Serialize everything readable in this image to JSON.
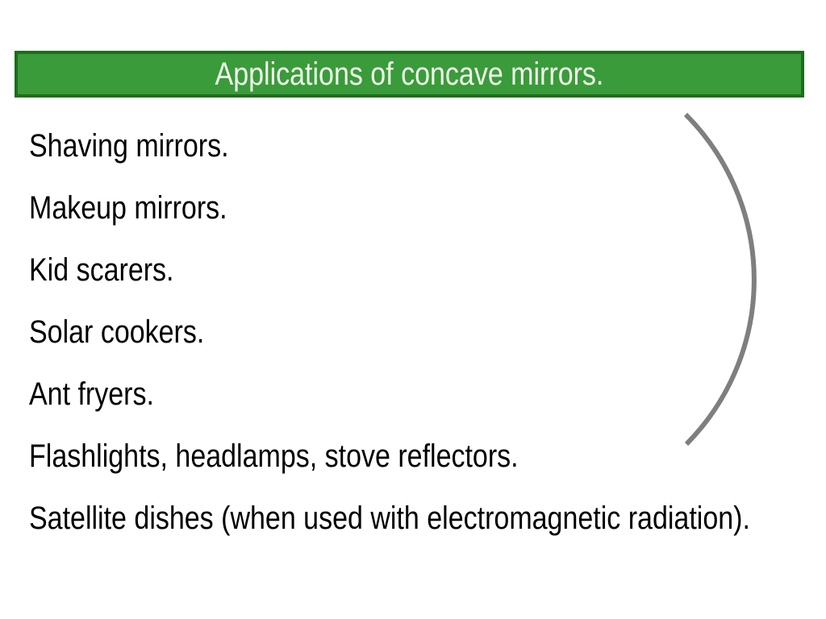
{
  "slide": {
    "title": "Applications of concave mirrors.",
    "items": [
      "Shaving mirrors.",
      "Makeup mirrors.",
      "Kid scarers.",
      "Solar cookers.",
      "Ant fryers.",
      "Flashlights, headlamps, stove reflectors.",
      "Satellite dishes (when used with electromagnetic radiation)."
    ],
    "colors": {
      "background": "#ffffff",
      "title_bar_fill": "#3a9b3a",
      "title_bar_border": "#1b6e1b",
      "title_text": "#f0f7ea",
      "body_text": "#000000",
      "arc_stroke": "#7f7f7f"
    }
  }
}
